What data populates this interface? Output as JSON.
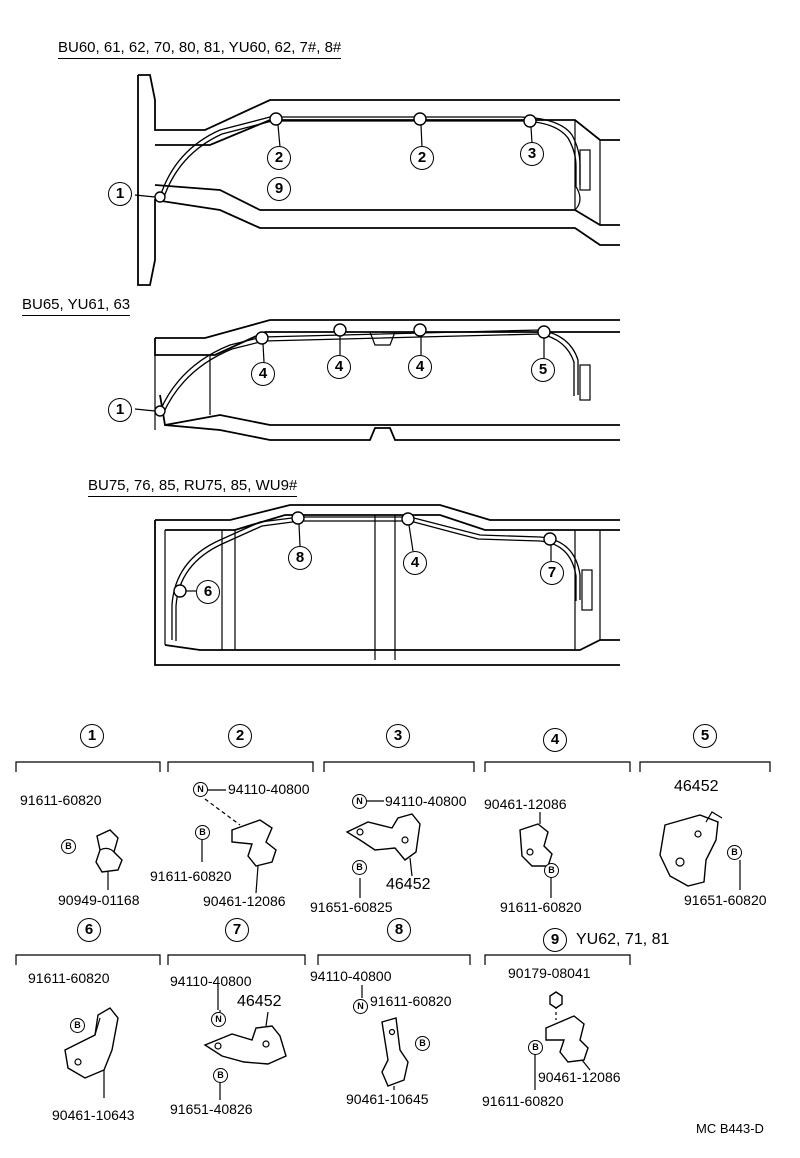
{
  "diagrams": [
    {
      "heading": "BU60, 61, 62, 70, 80, 81, YU60, 62, 7#, 8#",
      "callouts": [
        "1",
        "2",
        "9",
        "2",
        "3"
      ]
    },
    {
      "heading": "BU65, YU61, 63",
      "callouts": [
        "1",
        "4",
        "4",
        "4",
        "5"
      ]
    },
    {
      "heading": "BU75, 76, 85, RU75, 85, WU9#",
      "callouts": [
        "6",
        "8",
        "4",
        "7"
      ]
    }
  ],
  "parts": {
    "p1": {
      "num": "1",
      "labels": [
        "91611-60820",
        "90949-01168"
      ]
    },
    "p2": {
      "num": "2",
      "labels": [
        "94110-40800",
        "91611-60820",
        "90461-12086"
      ]
    },
    "p3": {
      "num": "3",
      "labels": [
        "94110-40800",
        "46452",
        "91651-60825"
      ]
    },
    "p4": {
      "num": "4",
      "labels": [
        "90461-12086",
        "91611-60820"
      ]
    },
    "p5": {
      "num": "5",
      "labels": [
        "46452",
        "91651-60820"
      ]
    },
    "p6": {
      "num": "6",
      "labels": [
        "91611-60820",
        "90461-10643"
      ]
    },
    "p7": {
      "num": "7",
      "labels": [
        "94110-40800",
        "46452",
        "91651-40826"
      ]
    },
    "p8": {
      "num": "8",
      "labels": [
        "94110-40800",
        "91611-60820",
        "90461-10645"
      ]
    },
    "p9": {
      "num": "9",
      "note": "YU62, 71, 81",
      "labels": [
        "90179-08041",
        "90461-12086",
        "91611-60820"
      ]
    }
  },
  "symbols": {
    "nut": "N",
    "bolt": "B"
  },
  "footer": "MC B443-D"
}
